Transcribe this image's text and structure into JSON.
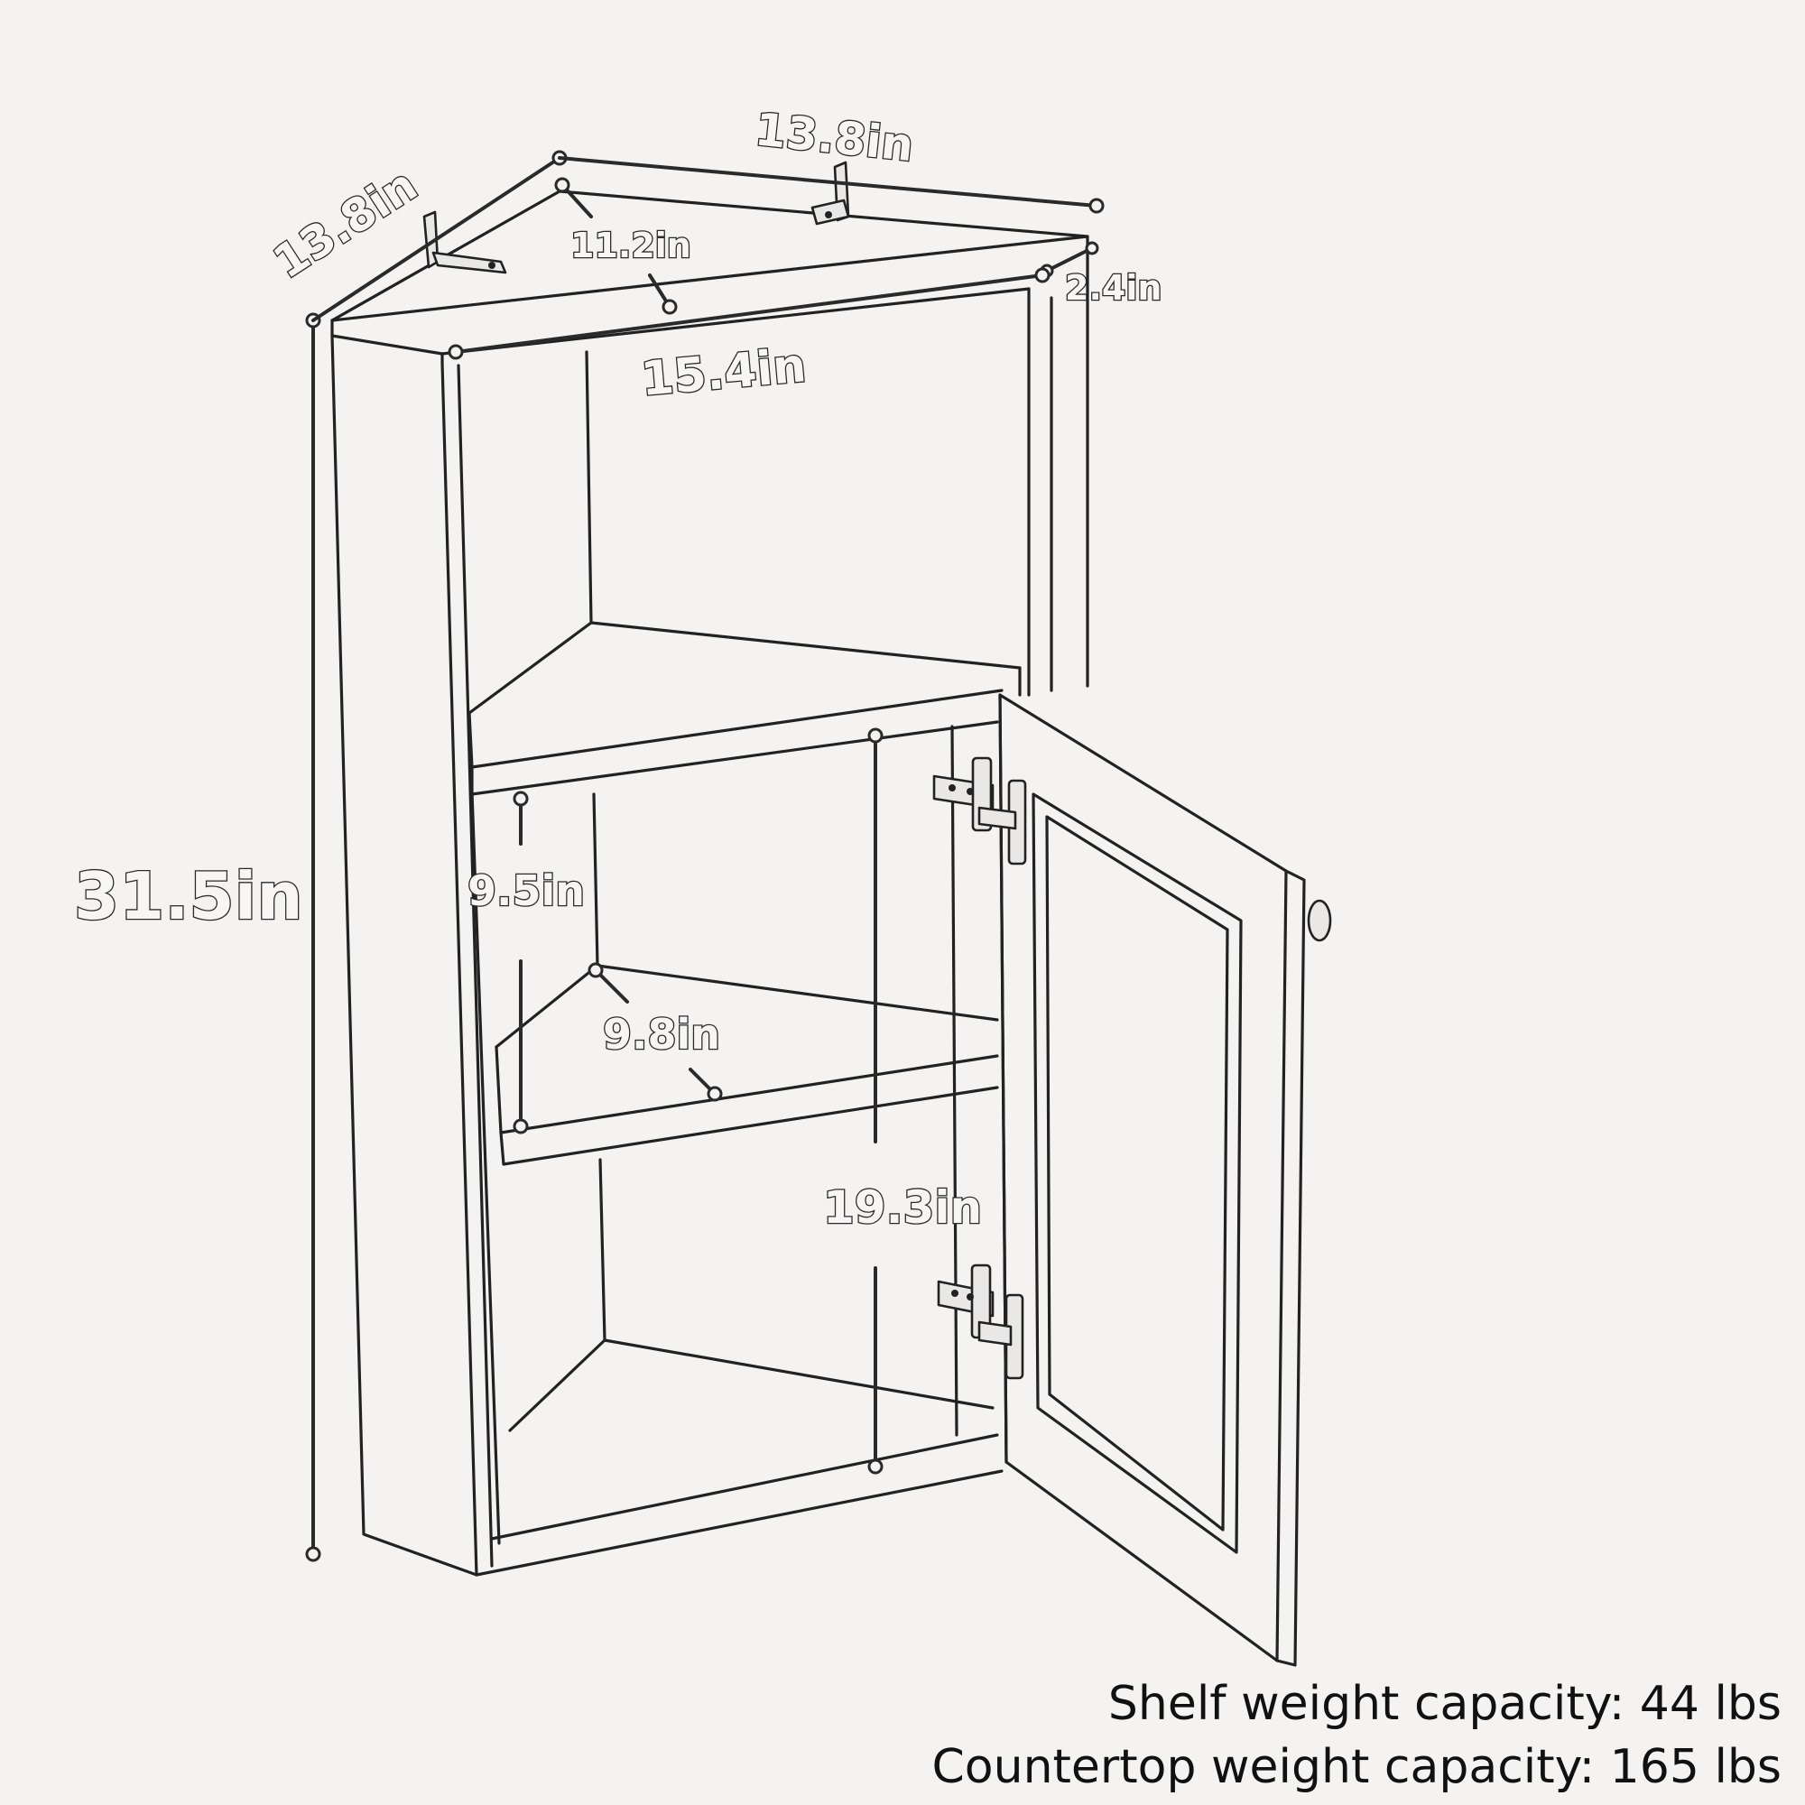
{
  "dimensions": {
    "back_left_side": "13.8in",
    "back_right_side": "13.8in",
    "inner_top_depth": "11.2in",
    "top_overhang": "2.4in",
    "front_width": "15.4in",
    "total_height": "31.5in",
    "upper_shelf_gap": "9.5in",
    "shelf_depth": "9.8in",
    "cabinet_height": "19.3in"
  },
  "captions": {
    "shelf_capacity": "Shelf weight capacity: 44 lbs",
    "countertop_capacity": "Countertop weight capacity: 165 lbs"
  }
}
